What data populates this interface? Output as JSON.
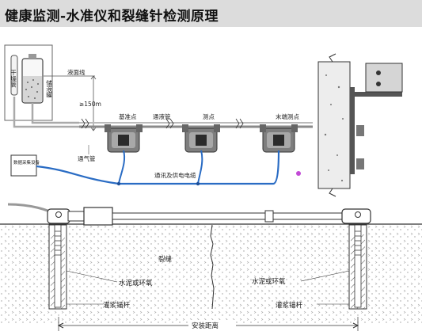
{
  "title": "健康监测-水准仪和裂缝针检测原理",
  "top_diagram": {
    "dryer_tube": "干燥管",
    "reservoir": "储液罐",
    "liquid_level_line": "液面线",
    "height_note": "≥150m",
    "reference_point": "基准点",
    "connecting_pipe": "通液管",
    "measuring_point": "测点",
    "end_point": "末端测点",
    "vent_pipe": "通气管",
    "data_box": "数据采集设备",
    "cable": "通讯及供电电缆"
  },
  "bottom_diagram": {
    "crack": "裂缝",
    "left_resin": "水泥或环氧",
    "left_anchor": "灌浆锚杆",
    "right_resin": "水泥或环氧",
    "right_anchor": "灌浆锚杆",
    "install_distance": "安装距离"
  },
  "colors": {
    "title_bg": "#dcdcdc",
    "cable_blue": "#2a6cc4",
    "pipe_gray": "#9a9a9a",
    "concrete": "#e9e9e9"
  }
}
